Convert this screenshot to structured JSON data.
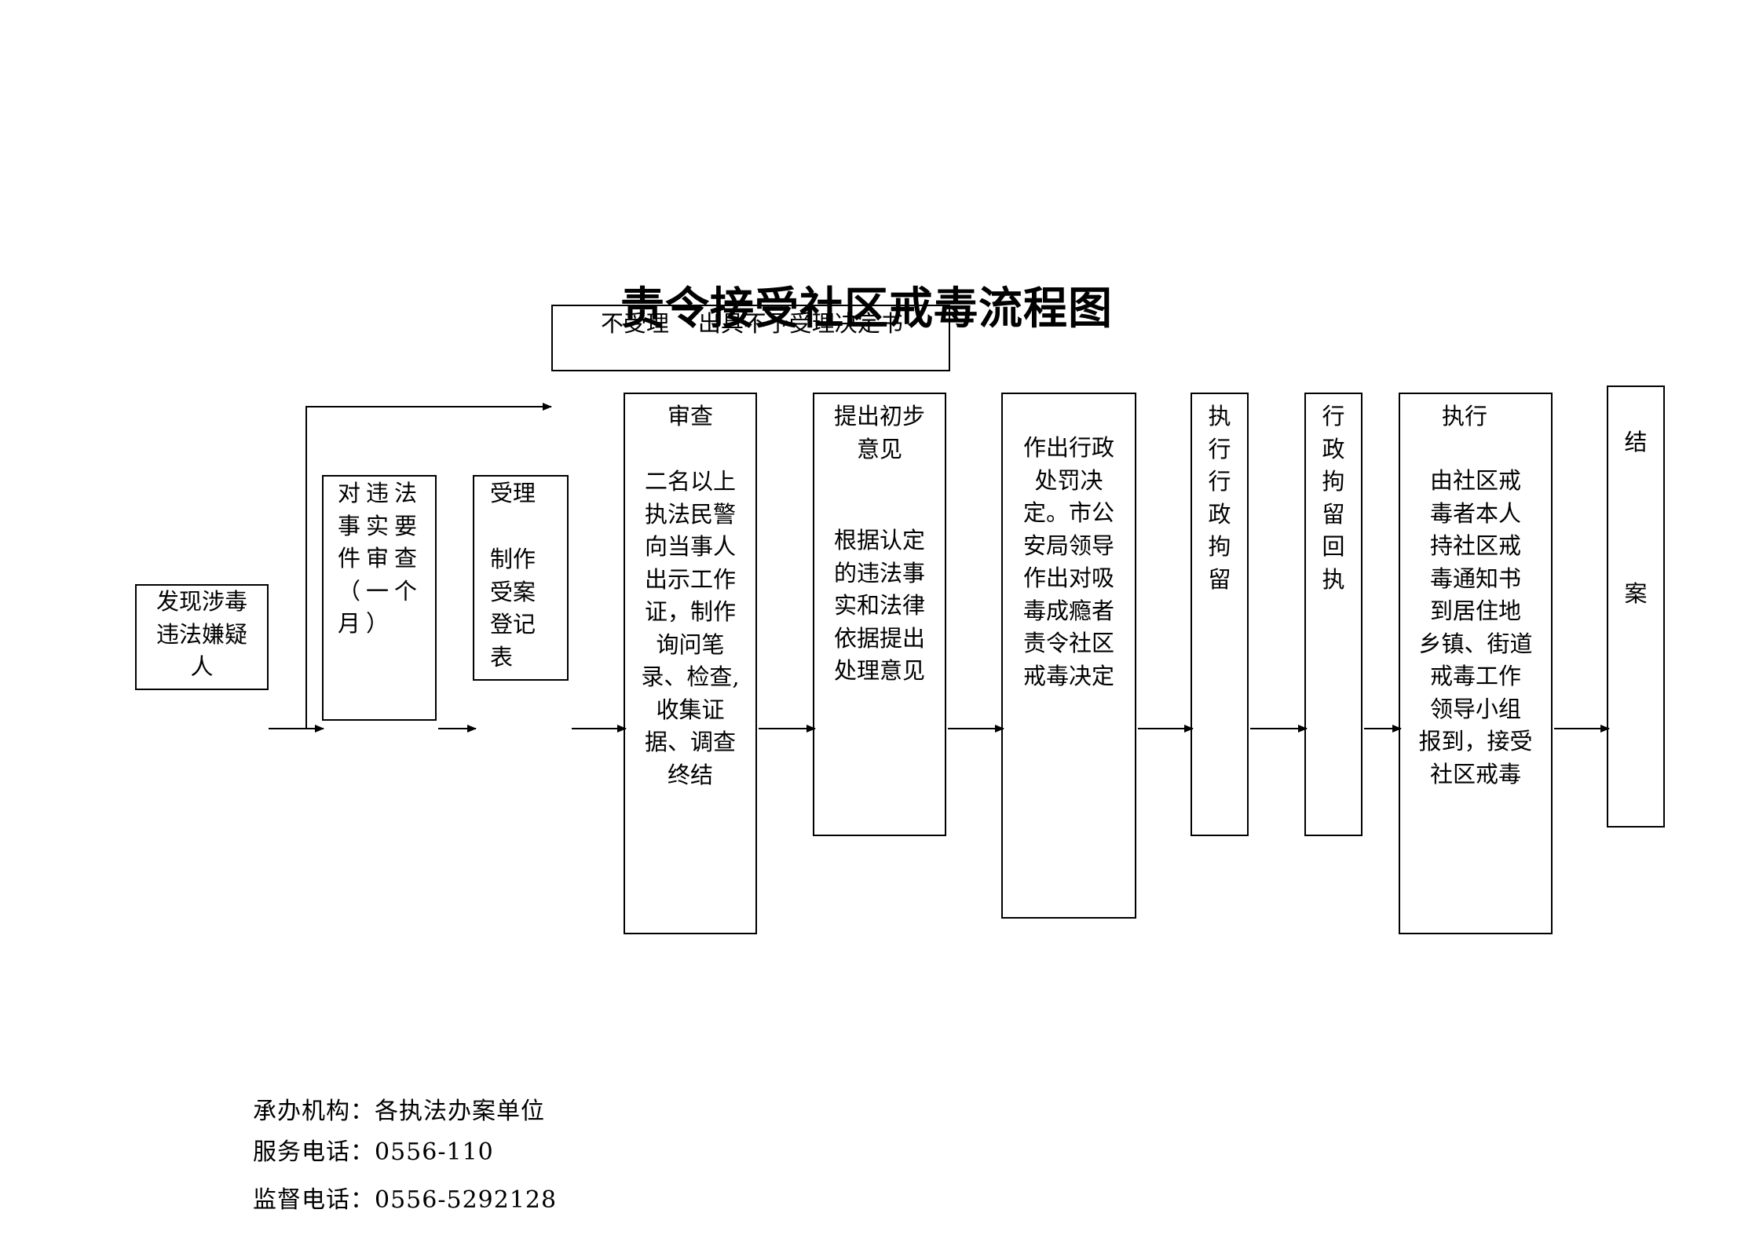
{
  "title": "责令接受社区戒毒流程图",
  "reject_box": {
    "text": "不受理    出具不予受理决定书"
  },
  "nodes": {
    "discover": {
      "text": "发现涉毒\n违法嫌疑\n人"
    },
    "review_facts": {
      "text": "对违法\n事实要\n件审查\n（一个\n月）"
    },
    "accept": {
      "title": "受理",
      "body": "制作\n受案\n登记\n表"
    },
    "examine": {
      "title": "审查",
      "body": "二名以上\n执法民警\n向当事人\n出示工作\n证，制作\n询问笔\n录、检查,\n收集证\n据、调查\n终结"
    },
    "opinion": {
      "title": "提出初步\n意见",
      "body": "根据认定\n的违法事\n实和法律\n依据提出\n处理意见"
    },
    "decision": {
      "text": "作出行政\n处罚决\n定。市公\n安局领导\n作出对吸\n毒成瘾者\n责令社区\n戒毒决定"
    },
    "detention": {
      "text": "执\n行\n行\n政\n拘\n留"
    },
    "receipt": {
      "text": "行\n政\n拘\n留\n回\n执"
    },
    "execute": {
      "title": "执行",
      "body": "由社区戒\n毒者本人\n持社区戒\n毒通知书\n到居住地\n乡镇、街道\n戒毒工作\n领导小组\n报到，接受\n社区戒毒"
    },
    "close": {
      "top": "结",
      "bottom": "案"
    }
  },
  "footer": {
    "org": "承办机构：各执法办案单位",
    "service": "服务电话：0556-110",
    "supervise": "监督电话：0556-5292128"
  }
}
